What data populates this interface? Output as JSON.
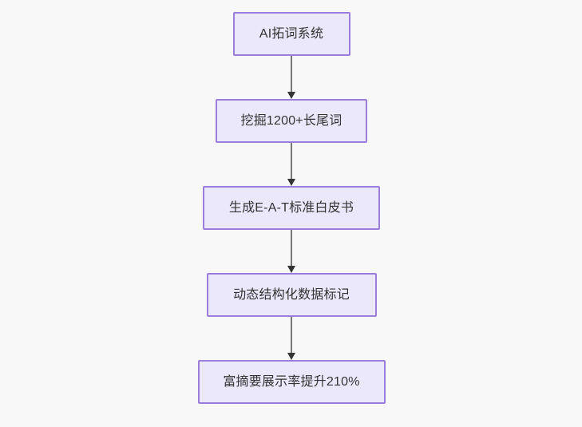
{
  "diagram": {
    "type": "flowchart",
    "direction": "top-to-bottom",
    "background_color": "#f8f8f8",
    "node_fill_color": "#ebe8fb",
    "node_border_color": "#9b7ddb",
    "node_text_color": "#333333",
    "connector_color": "#777777",
    "arrowhead_color": "#333333",
    "nodes": [
      {
        "id": "node-1",
        "label": "AI拓词系统"
      },
      {
        "id": "node-2",
        "label": "挖掘1200+长尾词"
      },
      {
        "id": "node-3",
        "label": "生成E-A-T标准白皮书"
      },
      {
        "id": "node-4",
        "label": "动态结构化数据标记"
      },
      {
        "id": "node-5",
        "label": "富摘要展示率提升210%"
      }
    ],
    "edges": [
      {
        "id": "edge-1",
        "from": "node-1",
        "to": "node-2",
        "label": ""
      },
      {
        "id": "edge-2",
        "from": "node-2",
        "to": "node-3",
        "label": ""
      },
      {
        "id": "edge-3",
        "from": "node-3",
        "to": "node-4",
        "label": ""
      },
      {
        "id": "edge-4",
        "from": "node-4",
        "to": "node-5",
        "label": ""
      }
    ]
  }
}
